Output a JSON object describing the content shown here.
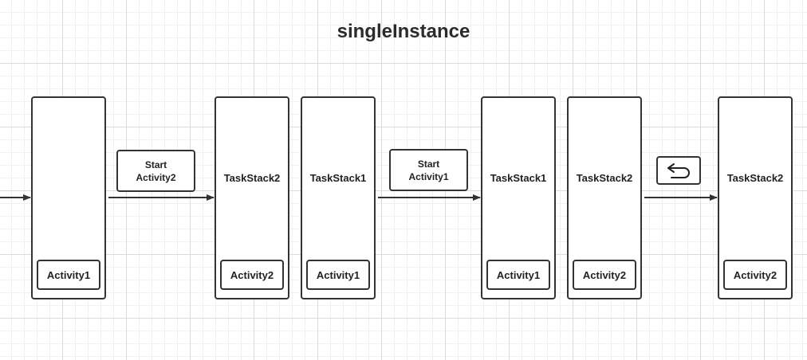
{
  "title": "singleInstance",
  "stacks": [
    {
      "label": "",
      "activity": "Activity1"
    },
    {
      "label": "TaskStack2",
      "activity": "Activity2"
    },
    {
      "label": "TaskStack1",
      "activity": "Activity1"
    },
    {
      "label": "TaskStack1",
      "activity": "Activity1"
    },
    {
      "label": "TaskStack2",
      "activity": "Activity2"
    },
    {
      "label": "TaskStack2",
      "activity": "Activity2"
    }
  ],
  "actions": [
    {
      "line1": "Start",
      "line2": "Activity2"
    },
    {
      "line1": "Start",
      "line2": "Activity1"
    }
  ],
  "back_action": {
    "icon": "back-arrow-icon"
  },
  "colors": {
    "stroke": "#333333",
    "grid": "#dcdcdc"
  }
}
